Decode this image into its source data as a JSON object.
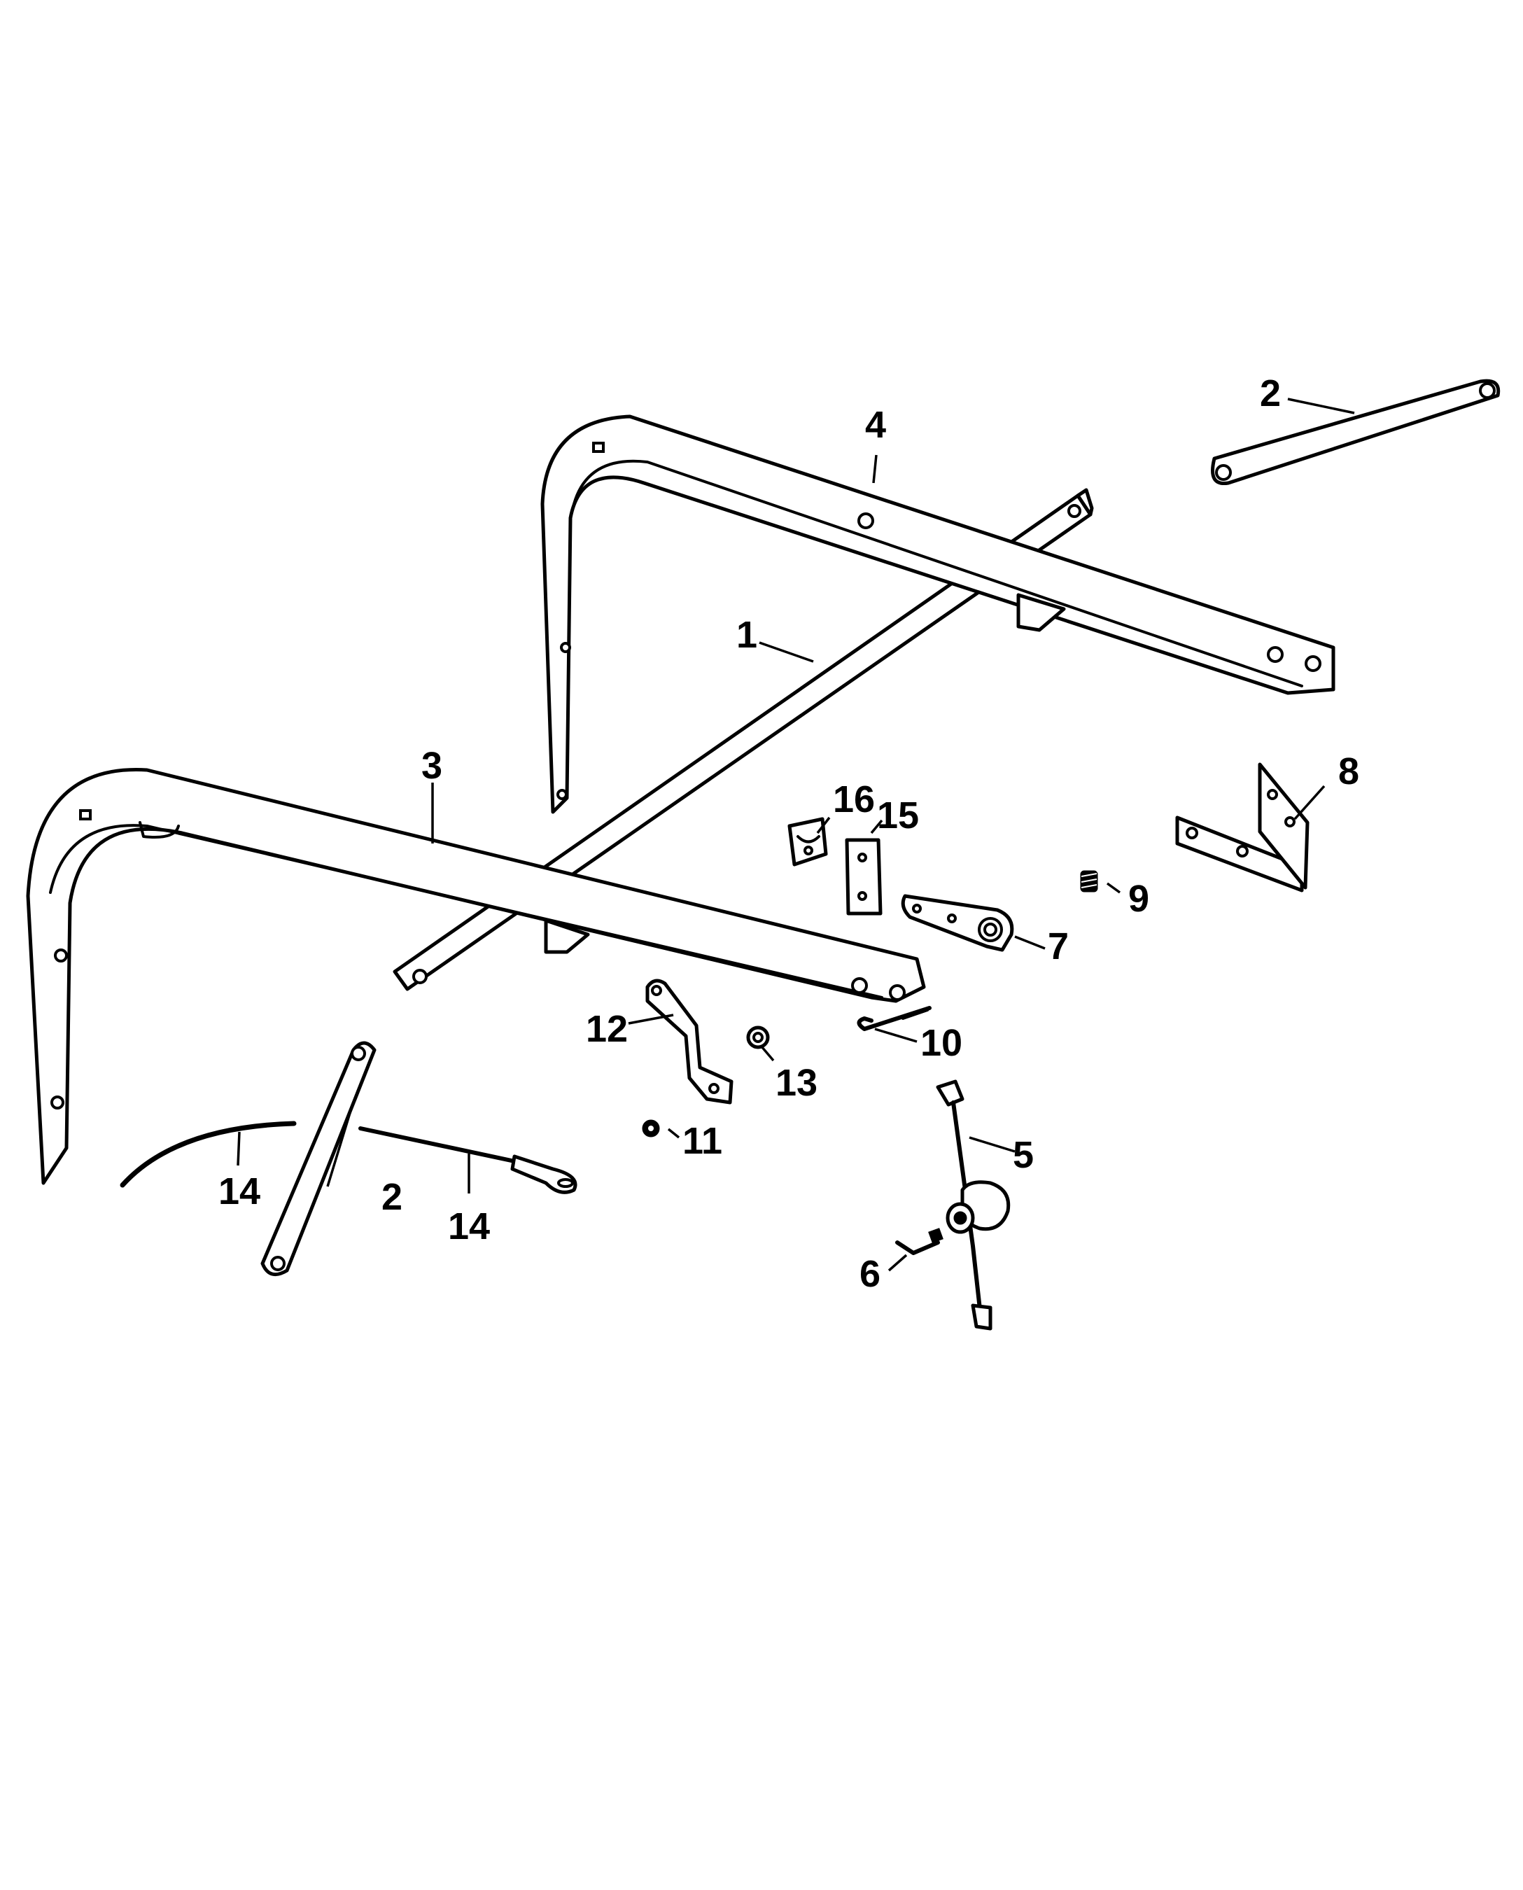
{
  "diagram": {
    "callouts": [
      {
        "id": "c1",
        "label": "1"
      },
      {
        "id": "c2a",
        "label": "2"
      },
      {
        "id": "c2b",
        "label": "2"
      },
      {
        "id": "c3",
        "label": "3"
      },
      {
        "id": "c4",
        "label": "4"
      },
      {
        "id": "c5",
        "label": "5"
      },
      {
        "id": "c6",
        "label": "6"
      },
      {
        "id": "c7",
        "label": "7"
      },
      {
        "id": "c8",
        "label": "8"
      },
      {
        "id": "c9",
        "label": "9"
      },
      {
        "id": "c10",
        "label": "10"
      },
      {
        "id": "c11",
        "label": "11"
      },
      {
        "id": "c12",
        "label": "12"
      },
      {
        "id": "c13",
        "label": "13"
      },
      {
        "id": "c14a",
        "label": "14"
      },
      {
        "id": "c14b",
        "label": "14"
      },
      {
        "id": "c15",
        "label": "15"
      },
      {
        "id": "c16",
        "label": "16"
      }
    ]
  }
}
